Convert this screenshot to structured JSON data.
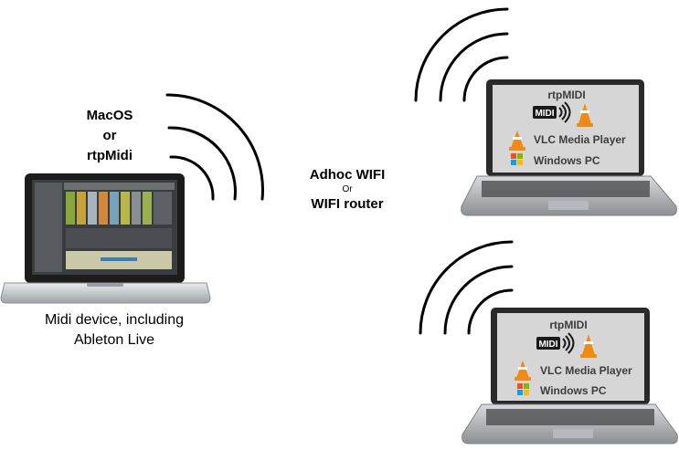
{
  "mac_labels": [
    "MacOS",
    "or",
    "rtpMidi"
  ],
  "mac_caption": [
    "Midi device, including",
    "Ableton Live"
  ],
  "network": {
    "top": "Adhoc WIFI",
    "middle": "Or",
    "bottom": "WIFI router"
  },
  "pc1": {
    "title": "rtpMIDI",
    "midi_logo": "MIDI",
    "app": "VLC Media Player",
    "os": "Windows PC"
  },
  "pc2": {
    "title": "rtpMIDI",
    "midi_logo": "MIDI",
    "app": "VLC Media Player",
    "os": "Windows PC"
  },
  "colors": {
    "vlc_orange": "#f08a12",
    "laptop_silver": "#c9ccd0",
    "screen_bg": "#d6d6d6",
    "win_red": "#f25022",
    "win_green": "#7fba00",
    "win_blue": "#00a4ef",
    "win_yellow": "#ffb900"
  }
}
